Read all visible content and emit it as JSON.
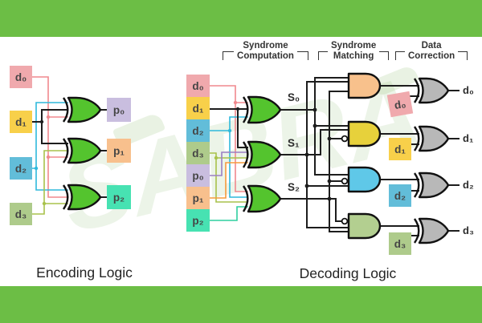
{
  "encoding": {
    "title": "Encoding Logic",
    "inputs": [
      "d₀",
      "d₁",
      "d₂",
      "d₃"
    ],
    "outputs": [
      "p₀",
      "p₁",
      "p₂"
    ]
  },
  "decoding": {
    "title": "Decoding Logic",
    "sections": [
      {
        "line1": "Syndrome",
        "line2": "Computation"
      },
      {
        "line1": "Syndrome",
        "line2": "Matching"
      },
      {
        "line1": "Data",
        "line2": "Correction"
      }
    ],
    "inputs": [
      "d₀",
      "d₁",
      "d₂",
      "d₃",
      "p₀",
      "p₁",
      "p₂"
    ],
    "syndromes": [
      "S₀",
      "S₁",
      "S₂"
    ],
    "correction_inputs": [
      "d₀",
      "d₁",
      "d₂",
      "d₃"
    ],
    "outputs": [
      "d₀",
      "d₁",
      "d₂",
      "d₃"
    ]
  },
  "watermark": {
    "text": "SABRA"
  },
  "colors": {
    "bar": "#6cbe45",
    "wire_pink": "#f0898e",
    "wire_black": "#1d1d1d",
    "wire_cyan": "#2fb9dc",
    "wire_olive": "#a8c24b",
    "wire_purple": "#9b7fc4",
    "wire_orange": "#f59b3c",
    "wire_teal": "#2ecf9f",
    "box_d0": "#f0a9ad",
    "box_d1": "#f8d04a",
    "box_d2": "#62bdd9",
    "box_d3": "#aecb8b",
    "box_p0": "#c9bedf",
    "box_p1": "#f8c08d",
    "box_p2": "#47e2b2",
    "gate_xor_green": "#54c42e",
    "gate_and_orange": "#f8c18c",
    "gate_and_yellow": "#e7d13b",
    "gate_and_blue": "#5fc8e8",
    "gate_and_green": "#b3cf90",
    "gate_xor_gray": "#b8b8b8",
    "watermark": "#8fbc74"
  }
}
